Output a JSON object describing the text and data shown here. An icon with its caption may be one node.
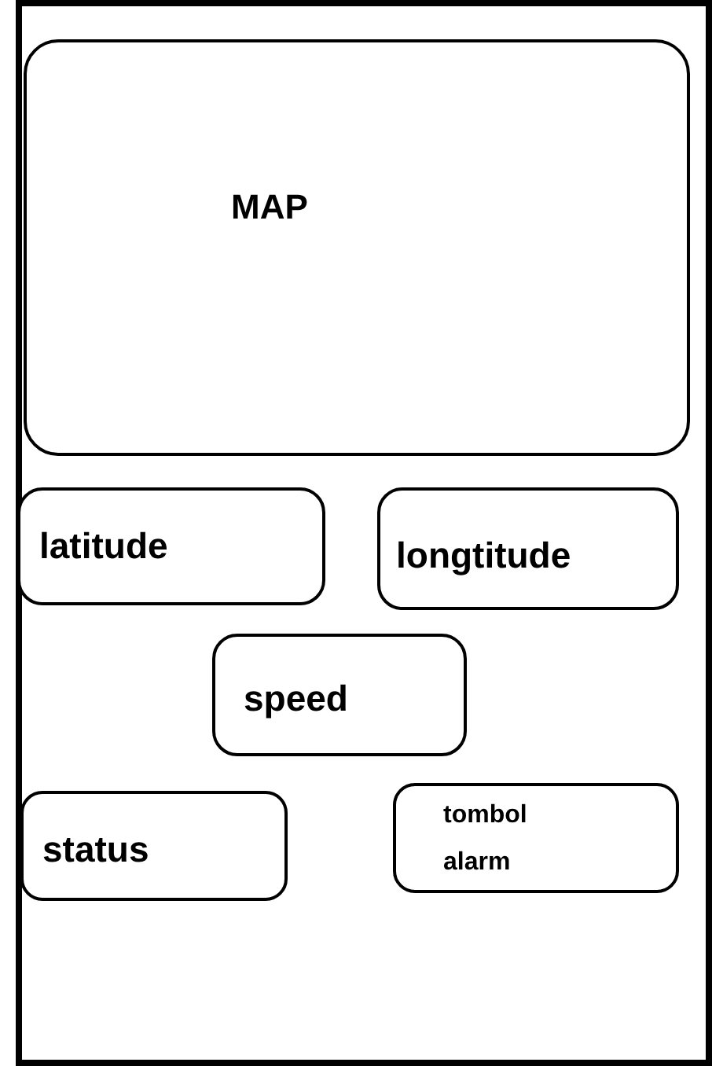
{
  "diagram": {
    "nodes": [
      {
        "text": [],
        "shape": "box"
      },
      {
        "text": [
          "MAP"
        ],
        "in": 0
      },
      {
        "text": [
          "latitude"
        ],
        "in": 0
      },
      {
        "text": [
          "longtitude"
        ],
        "in": 0
      },
      {
        "text": [
          "speed"
        ],
        "in": 0
      },
      {
        "text": [
          "status"
        ],
        "in": 0
      },
      {
        "text": [
          "tombol alarm"
        ],
        "in": 0
      }
    ]
  }
}
